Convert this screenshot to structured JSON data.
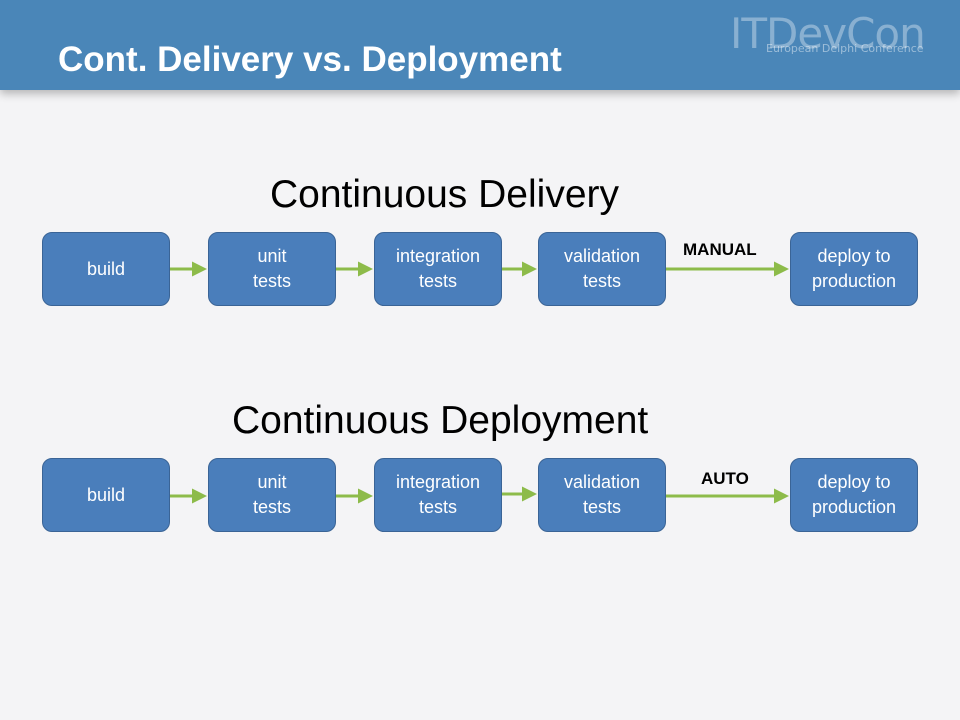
{
  "header": {
    "title": "Cont. Delivery vs. Deployment",
    "logo_main": "ITDevCon",
    "logo_sub": "European Delphi Conference"
  },
  "delivery": {
    "title": "Continuous Delivery",
    "gate": "MANUAL",
    "steps": [
      "build",
      "unit\ntests",
      "integration\ntests",
      "validation\ntests",
      "deploy to\nproduction"
    ]
  },
  "deployment": {
    "title": "Continuous Deployment",
    "gate": "AUTO",
    "steps": [
      "build",
      "unit\ntests",
      "integration\ntests",
      "validation\ntests",
      "deploy to\nproduction"
    ]
  },
  "colors": {
    "header": "#4a86b8",
    "box": "#4a7ebb",
    "arrow": "#8dbb4a"
  }
}
